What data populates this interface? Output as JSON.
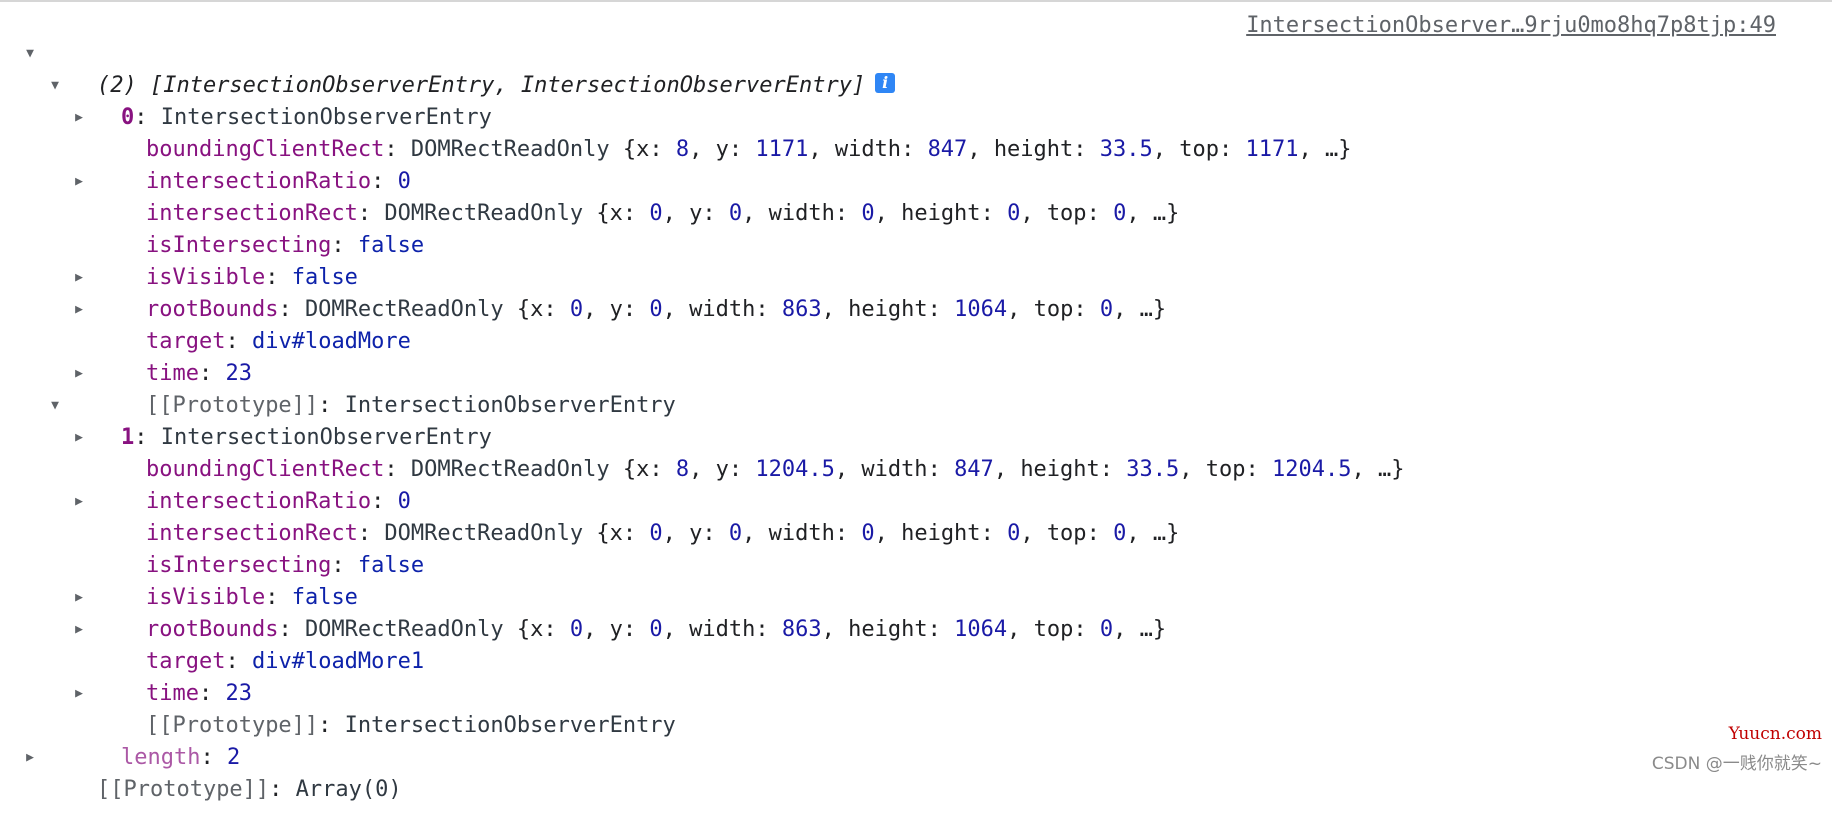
{
  "source_link": "IntersectionObserver…9rju0mo8hq7p8tjp:49",
  "array_summary": "(2) [IntersectionObserverEntry, IntersectionObserverEntry]",
  "info_icon": "i",
  "entries": [
    {
      "index": "0",
      "type": "IntersectionObserverEntry",
      "boundingClientRect": {
        "key": "boundingClientRect",
        "type": "DOMRectReadOnly",
        "x": "8",
        "y": "1171",
        "width": "847",
        "height": "33.5",
        "top": "1171"
      },
      "intersectionRatio": {
        "key": "intersectionRatio",
        "value": "0"
      },
      "intersectionRect": {
        "key": "intersectionRect",
        "type": "DOMRectReadOnly",
        "x": "0",
        "y": "0",
        "width": "0",
        "height": "0",
        "top": "0"
      },
      "isIntersecting": {
        "key": "isIntersecting",
        "value": "false"
      },
      "isVisible": {
        "key": "isVisible",
        "value": "false"
      },
      "rootBounds": {
        "key": "rootBounds",
        "type": "DOMRectReadOnly",
        "x": "0",
        "y": "0",
        "width": "863",
        "height": "1064",
        "top": "0"
      },
      "target": {
        "key": "target",
        "value": "div#loadMore"
      },
      "time": {
        "key": "time",
        "value": "23"
      },
      "prototype": {
        "key": "[[Prototype]]",
        "value": "IntersectionObserverEntry"
      }
    },
    {
      "index": "1",
      "type": "IntersectionObserverEntry",
      "boundingClientRect": {
        "key": "boundingClientRect",
        "type": "DOMRectReadOnly",
        "x": "8",
        "y": "1204.5",
        "width": "847",
        "height": "33.5",
        "top": "1204.5"
      },
      "intersectionRatio": {
        "key": "intersectionRatio",
        "value": "0"
      },
      "intersectionRect": {
        "key": "intersectionRect",
        "type": "DOMRectReadOnly",
        "x": "0",
        "y": "0",
        "width": "0",
        "height": "0",
        "top": "0"
      },
      "isIntersecting": {
        "key": "isIntersecting",
        "value": "false"
      },
      "isVisible": {
        "key": "isVisible",
        "value": "false"
      },
      "rootBounds": {
        "key": "rootBounds",
        "type": "DOMRectReadOnly",
        "x": "0",
        "y": "0",
        "width": "863",
        "height": "1064",
        "top": "0"
      },
      "target": {
        "key": "target",
        "value": "div#loadMore1"
      },
      "time": {
        "key": "time",
        "value": "23"
      },
      "prototype": {
        "key": "[[Prototype]]",
        "value": "IntersectionObserverEntry"
      }
    }
  ],
  "length": {
    "key": "length",
    "value": "2"
  },
  "array_prototype": {
    "key": "[[Prototype]]",
    "value": "Array(0)"
  },
  "labels": {
    "x": "x",
    "y": "y",
    "width": "width",
    "height": "height",
    "top": "top",
    "ellipsis": "…"
  },
  "watermarks": {
    "site": "Yuucn.com",
    "author": "CSDN @一贱你就笑~"
  },
  "colors": {
    "key": "#881280",
    "number": "#1a1aa6",
    "keyword": "#0d22aa",
    "info": "#2f86f5"
  }
}
